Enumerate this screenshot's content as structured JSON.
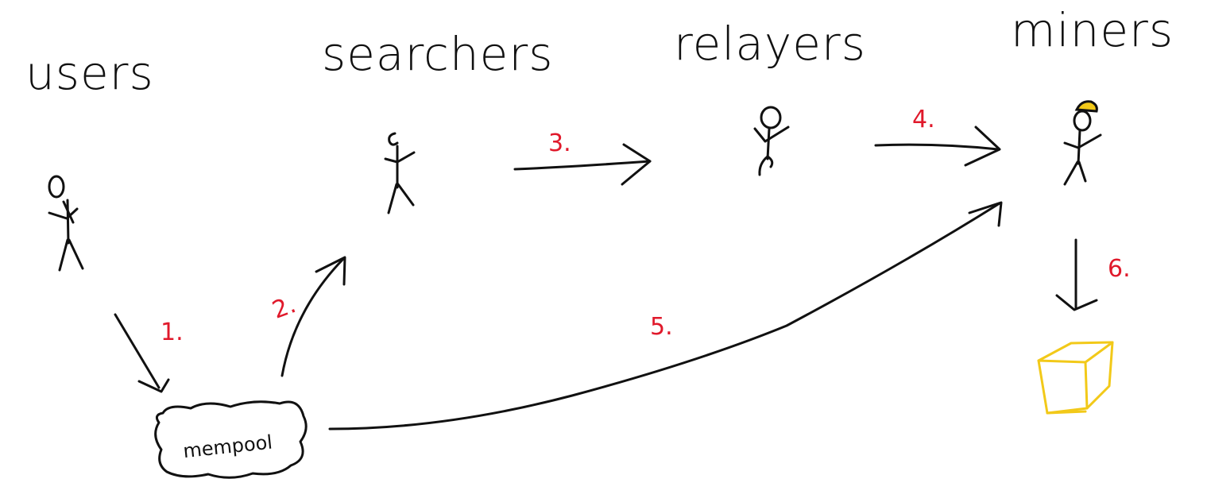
{
  "actors": [
    {
      "id": "users",
      "label": "users"
    },
    {
      "id": "searchers",
      "label": "searchers"
    },
    {
      "id": "relayers",
      "label": "relayers"
    },
    {
      "id": "miners",
      "label": "miners"
    }
  ],
  "mempool": {
    "label": "mempool"
  },
  "steps": [
    {
      "id": "step-1",
      "label": "1."
    },
    {
      "id": "step-2",
      "label": "2."
    },
    {
      "id": "step-3",
      "label": "3."
    },
    {
      "id": "step-4",
      "label": "4."
    },
    {
      "id": "step-5",
      "label": "5."
    },
    {
      "id": "step-6",
      "label": "6."
    }
  ],
  "colors": {
    "ink": "#111111",
    "step_numbers": "#e0192b",
    "block": "#f2c919",
    "miner_helmet": "#f2c919"
  }
}
